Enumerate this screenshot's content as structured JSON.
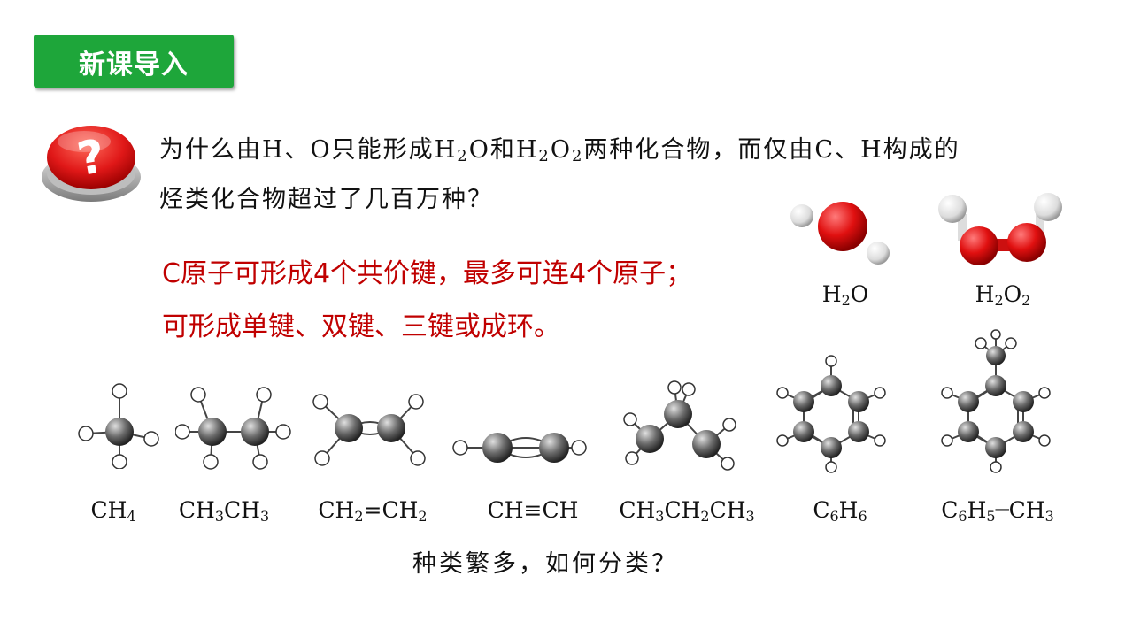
{
  "header": {
    "title": "新课导入"
  },
  "question": {
    "p1": "为什么由H、O只能形成",
    "p2": "H",
    "p3": "2",
    "p4": "O和",
    "p5": "H",
    "p6": "2",
    "p7": "O",
    "p8": "2",
    "p9": "两种化合物，而仅由C、H构成的",
    "line2": "烃类化合物超过了几百万种？"
  },
  "answer": {
    "line1": "C原子可形成4个共价键，最多可连4个原子；",
    "line2": "可形成单键、双键、三键或成环。"
  },
  "water_label": {
    "a": "H",
    "b": "2",
    "c": "O"
  },
  "peroxide_label": {
    "a": "H",
    "b": "2",
    "c": "O",
    "d": "2"
  },
  "formulas": {
    "methane": {
      "a": "CH",
      "b": "4"
    },
    "ethane": {
      "a": "CH",
      "b": "3",
      "c": "CH",
      "d": "3"
    },
    "ethene": {
      "a": "CH",
      "b": "2",
      "c": "=CH",
      "d": "2"
    },
    "ethyne": {
      "a": "CH≡CH"
    },
    "propane": {
      "a": "CH",
      "b": "3",
      "c": "CH",
      "d": "2",
      "e": "CH",
      "f": "3"
    },
    "benzene": {
      "a": "C",
      "b": "6",
      "c": "H",
      "d": "6"
    },
    "toluene": {
      "a": "C",
      "b": "6",
      "c": "H",
      "d": "5",
      "e": "─CH",
      "f": "3"
    }
  },
  "closing": "种类繁多，如何分类？",
  "icons": {
    "question": "question-mark-button-icon"
  },
  "colors": {
    "header_bg": "#1ea63a",
    "answer_text": "#c00000",
    "icon_red": "#e02020"
  }
}
